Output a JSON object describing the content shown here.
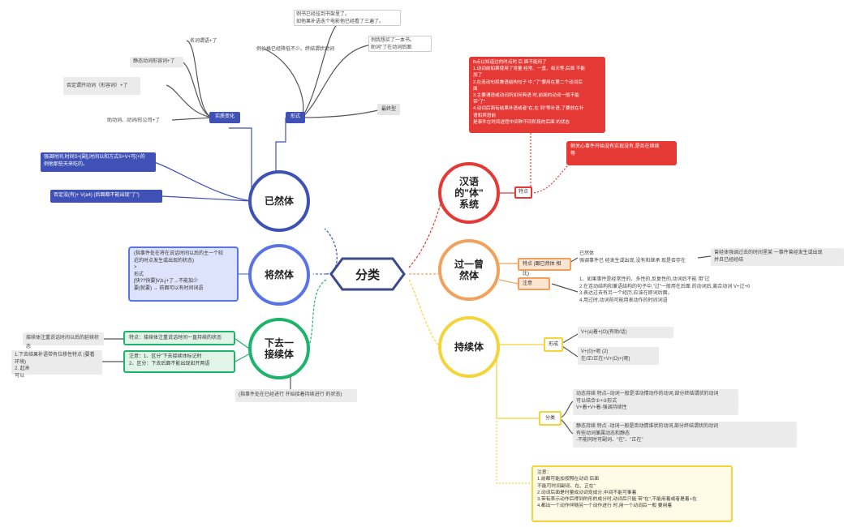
{
  "center": {
    "label": "分类"
  },
  "topics": {
    "yiran": {
      "label": "已然体",
      "color": "#3f51b5"
    },
    "jiangran": {
      "label": "将然体",
      "color": "#5a73e8"
    },
    "xiaqu": {
      "label": "下去一\n接续体",
      "color": "#1db36b"
    },
    "hanyu": {
      "label": "汉语\n的\"体\"\n系统",
      "color": "#e53935"
    },
    "guoceng": {
      "label": "过一曾\n然体",
      "color": "#f2a15c"
    },
    "chixu": {
      "label": "持续体",
      "color": "#f5d43a"
    }
  },
  "yiran_branch": {
    "shibian_label": "实质变化",
    "xingshi_label": "形式",
    "items_left": [
      "名词谓语+了",
      "静态动词形容词+了",
      "否定谓开动词（形容词）+了",
      "助动词、动词/形公司+了"
    ],
    "items_top": [
      "例书已经挂到书架里了。\n如他果补语迭个电影他已经看了三遍了。",
      "例价格已经降低不少。终结谓状动词",
      "例我想买了一本书。\n助词\"了在动词后面"
    ],
    "zuihou_label": "最终型",
    "blue_notes": [
      "强调时间,时间S+[副],时间以和方式S+V+可(+的\n例他那些天来吃的。",
      "否定没(有)+ V(a4) (后面都不能出现\"了\")"
    ]
  },
  "jiangran_note": "(指事件处在将在说话时间以后的主一个较\n近的时点发生或出现的状态)\n                         >\n                        形式\n[快??快要]V,b,j+了→不能加少\n要(就要) → 前面可以有时间词语",
  "xiaqu_branch": {
    "tedian": "特点：接续体注重说话时间一直持续的状态",
    "zhuyi": "注意：1、区分\"下去接续体标记时\n         2、区分：下去后面不能出现如开两语",
    "left_grey1": "接续体注重说话时间以后的延续状态",
    "left_grey2": "1.下去结果补语带有位移性特点 (要看环境)\n2.     起来\n        可以",
    "bottom_note": "(指事件处在已经进行 开始接着持续进行 的状态)"
  },
  "hanyu_branch": {
    "red_note": "B点以知道过的时点时 后 面不能用了\n1.动词前如果使用了常量 经常、一直、每天等,后面 不能\n加了\n2.在连动句和兼语结构句子 中,\"了\"要用在第二个动词后\n面\n3.主要谓语或动词所如何典语 时,前面的动词一般不能\n带\"了\"\n4.动词后面有结果补语或者\"在,在 到\"等补语,了要放在补\n语和宾语前\n是事件在时间进程中间种不同阶段的后面 的状态",
    "tedian_label": "特点",
    "red_note2": "侧关心事件开始没有实现没有,是否在继续\n等"
  },
  "guoceng_branch": {
    "tedian": "特点 (跟已然体 相比)",
    "zhuyi": "注意",
    "plain1": "已然体\n强调事件已 经发生或出现,没有和继承 现是否存在",
    "plain2": "曾经体强调过去的时间里某 一事件曾经发生或出现\n并且已经经结",
    "notes": "1、如果事件是经常性的、多性的,反复性的,动词后不能 用\"过\n2.在连动结构和兼语结构的句子中,\"过\"一般用在后面 的动词后,离合动词 V+过+0\n3.表达过去有另一个经历,应该在即词后面。\n4.用过时,动词前可能用表动作的时间词语"
  },
  "chixu_branch": {
    "xingshi": "形成",
    "form1": "V+(a)着+(O)(有助/话)",
    "form2": "V+(0)+呢         (2)\n在/正/正在+V+(O)+(呢)",
    "fenlei": "分类",
    "dongtai": "动态持续  特点--动词一般是活动情动作的动词,部分终结谓状的动词\n可以结合①+②形式\nV+着+V+着-强调持续性",
    "jingtai": "静态持续  特点 -动词一般是否动情谁状的动词,部分终结谓状的动词\n有些动词兼属动态和静态\n-不能同时可副词、\"在\"、\"正在\"",
    "zhuyi": "注意：\n1.前都可能加按照在动词 后面\n不能可时间副词、在、正在\"\n2.动词后面是时量成动词宠成分,中间不能可事着\n3.带有表示动作后得到的形的成分时,动词后只能 带\"在\",不能用着或者是着+在\n4.都出一个动作伴随另一个动作进行 时,用一个动词后一般 要用着"
  }
}
